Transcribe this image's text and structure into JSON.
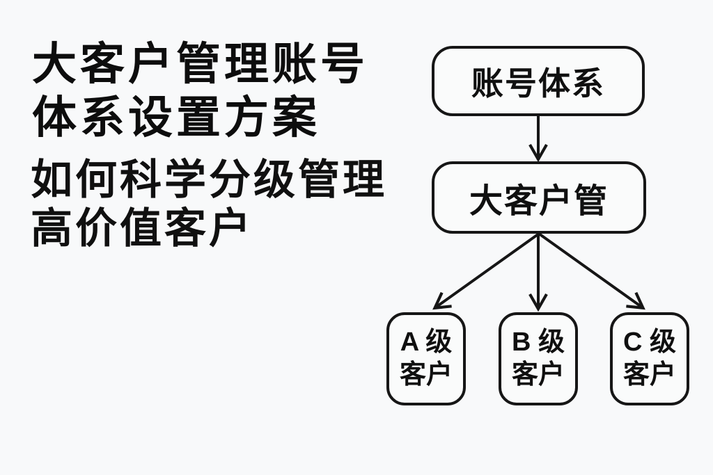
{
  "page": {
    "background": "#f8f9fa",
    "ink": "#161616"
  },
  "headline": {
    "line1": "大客户管理账号",
    "line2": "体系设置方案"
  },
  "subheadline": {
    "line1": "如何科学分级管理",
    "line2": "高价值客户"
  },
  "diagram": {
    "nodes": {
      "root": {
        "label": "账号体系"
      },
      "manager": {
        "label": "大客户管"
      }
    },
    "children": [
      {
        "line1": "A 级",
        "line2": "客户"
      },
      {
        "line1": "B 级",
        "line2": "客户"
      },
      {
        "line1": "C 级",
        "line2": "客户"
      }
    ],
    "edges": [
      "root-to-manager",
      "manager-to-child-a",
      "manager-to-child-b",
      "manager-to-child-c"
    ]
  }
}
